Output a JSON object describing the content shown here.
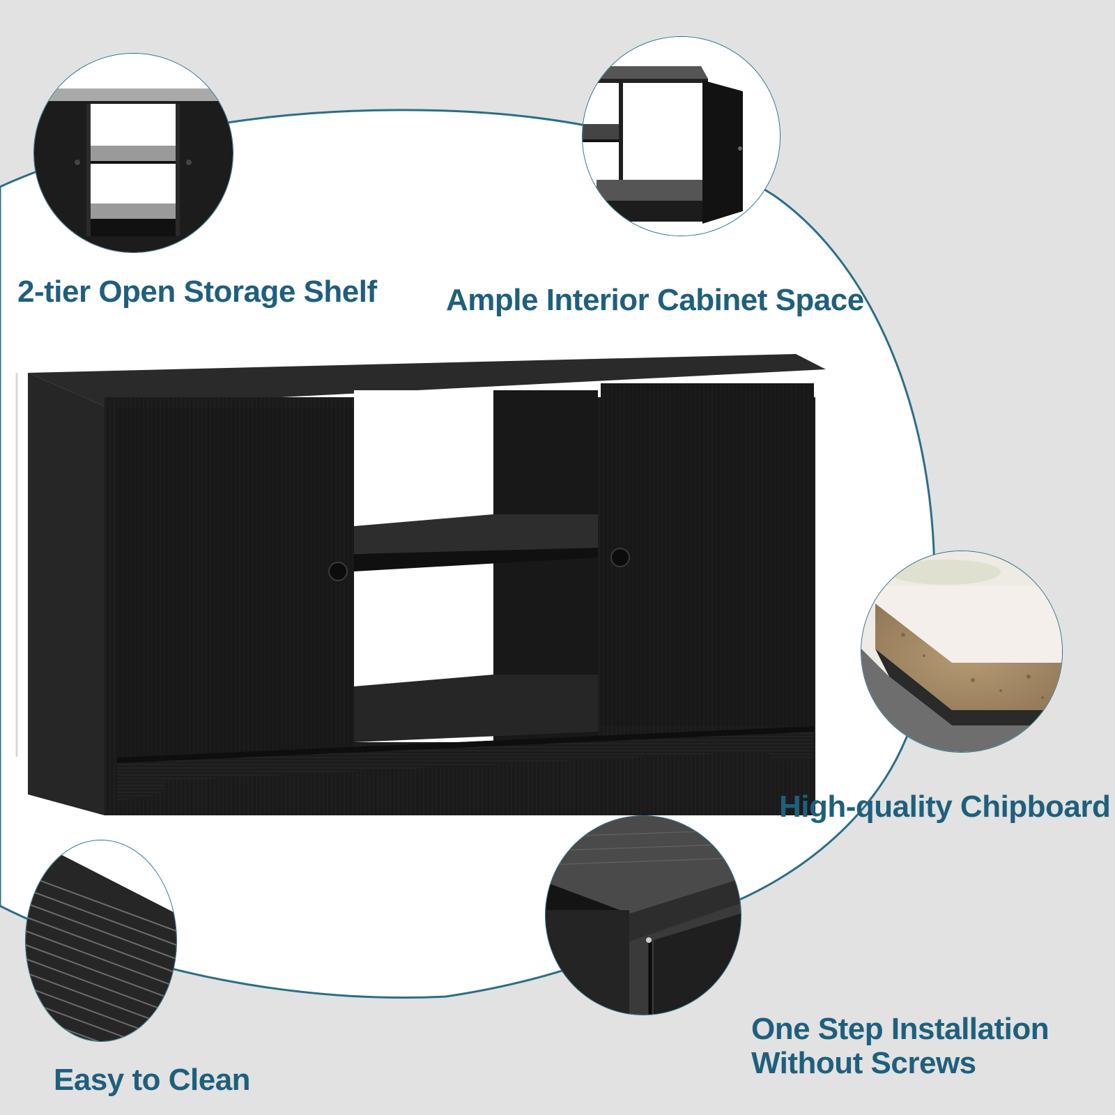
{
  "product": {
    "name": "Black 2-door TV stand cabinet with open center shelf",
    "color": "#1b1b1b"
  },
  "features": [
    {
      "id": "open-shelf",
      "label": "2-tier Open Storage Shelf",
      "icon": "open-shelf-closeup"
    },
    {
      "id": "cabinet-space",
      "label": "Ample Interior Cabinet Space",
      "icon": "open-door-closeup"
    },
    {
      "id": "chipboard",
      "label": "High-quality Chipboard",
      "icon": "chipboard-edge-closeup"
    },
    {
      "id": "easy-clean",
      "label": "Easy to Clean",
      "icon": "wood-grain-closeup"
    },
    {
      "id": "installation",
      "label_line1": "One Step Installation",
      "label_line2": "Without Screws",
      "icon": "corner-joint-closeup"
    }
  ],
  "colors": {
    "background": "#e1e2e1",
    "ellipse_fill": "#ffffff",
    "accent": "#1f5f7d",
    "outline": "#2b6e88"
  }
}
